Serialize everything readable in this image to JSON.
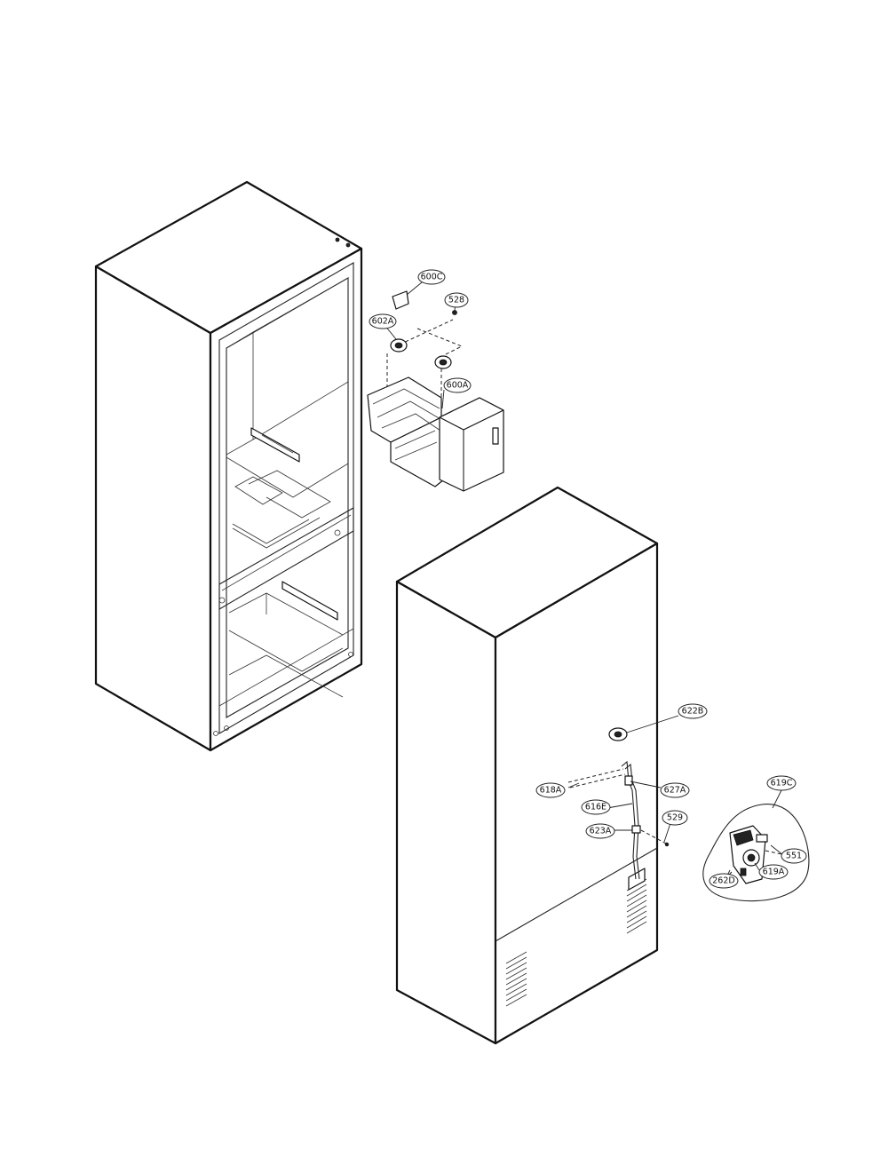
{
  "callouts": {
    "c600c": "600C",
    "c528": "528",
    "c602a": "602A",
    "c600a": "600A",
    "c622b": "622B",
    "c618a": "618A",
    "c627a": "627A",
    "c616e": "616E",
    "c529": "529",
    "c623a": "623A",
    "c619c": "619C",
    "c551": "551",
    "c619a": "619A",
    "c262d": "262D"
  }
}
